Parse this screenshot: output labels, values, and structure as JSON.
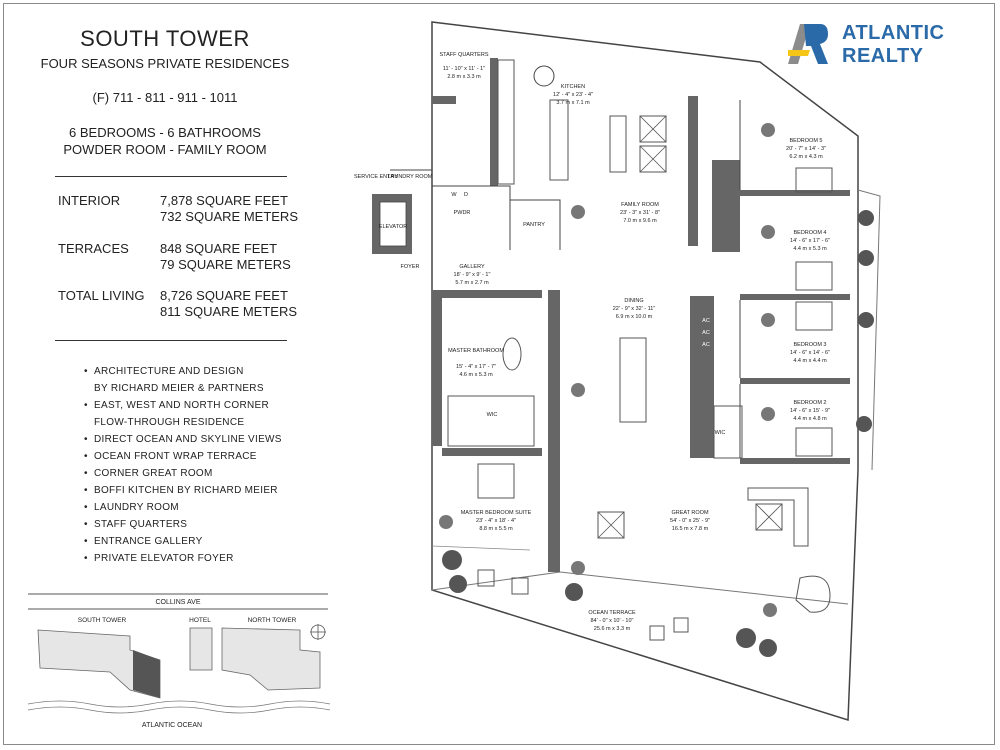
{
  "header": {
    "title": "SOUTH TOWER",
    "subtitle": "FOUR SEASONS PRIVATE RESIDENCES",
    "phone": "(F) 711 - 811 - 911 - 1011",
    "rooms_line1": "6 BEDROOMS - 6 BATHROOMS",
    "rooms_line2": "POWDER ROOM - FAMILY ROOM"
  },
  "stats": [
    {
      "label": "INTERIOR",
      "line1": "7,878 SQUARE FEET",
      "line2": "732 SQUARE METERS"
    },
    {
      "label": "TERRACES",
      "line1": "848 SQUARE FEET",
      "line2": "79 SQUARE METERS"
    },
    {
      "label": "TOTAL LIVING",
      "line1": "8,726 SQUARE FEET",
      "line2": "811 SQUARE METERS"
    }
  ],
  "features": [
    "ARCHITECTURE AND DESIGN",
    "BY RICHARD MEIER & PARTNERS",
    "EAST, WEST AND NORTH CORNER",
    "FLOW-THROUGH RESIDENCE",
    "DIRECT OCEAN AND SKYLINE VIEWS",
    "OCEAN FRONT WRAP TERRACE",
    "CORNER GREAT ROOM",
    "BOFFI KITCHEN BY RICHARD MEIER",
    "LAUNDRY ROOM",
    "STAFF QUARTERS",
    "ENTRANCE GALLERY",
    "PRIVATE ELEVATOR FOYER"
  ],
  "feature_bullets": [
    true,
    false,
    true,
    false,
    true,
    true,
    true,
    true,
    true,
    true,
    true,
    true
  ],
  "site_map": {
    "street": "COLLINS AVE",
    "south_tower": "SOUTH TOWER",
    "hotel": "HOTEL",
    "north_tower": "NORTH TOWER",
    "ocean": "ATLANTIC OCEAN"
  },
  "logo": {
    "line1": "ATLANTIC",
    "line2": "REALTY",
    "colors": {
      "blue": "#2b6aa8",
      "yellow": "#f5c518",
      "gray": "#8c8c8c"
    }
  },
  "rooms": {
    "staff": {
      "name": "STAFF QUARTERS",
      "imp": "11' - 10\" x 11' - 1\"",
      "met": "2.8 m x 3.3 m"
    },
    "kitchen": {
      "name": "KITCHEN",
      "imp": "12' - 4\" x 23' - 4\"",
      "met": "3.7 m x 7.1 m"
    },
    "family": {
      "name": "FAMILY ROOM",
      "imp": "23' - 3\" x 31' - 8\"",
      "met": "7.0 m x 9.6 m"
    },
    "bedroom5": {
      "name": "BEDROOM 5",
      "imp": "20' - 7\" x 14' - 3\"",
      "met": "6.2 m x 4.3 m"
    },
    "bedroom4": {
      "name": "BEDROOM 4",
      "imp": "14' - 6\" x 17' - 6\"",
      "met": "4.4 m x 5.3 m"
    },
    "bedroom3": {
      "name": "BEDROOM 3",
      "imp": "14' - 6\" x 14' - 6\"",
      "met": "4.4 m x 4.4 m"
    },
    "bedroom2": {
      "name": "BEDROOM 2",
      "imp": "14' - 6\" x 15' - 9\"",
      "met": "4.4 m x 4.8 m"
    },
    "gallery": {
      "name": "GALLERY",
      "imp": "18' - 9\" x 9' - 1\"",
      "met": "5.7 m x 2.7 m"
    },
    "dining": {
      "name": "DINING",
      "imp": "22' - 9\" x 32' - 11\"",
      "met": "6.9 m x 10.0 m"
    },
    "master_bath": {
      "name": "MASTER BATHROOM",
      "imp": "15' - 4\" x 17' - 7\"",
      "met": "4.6 m x 5.3 m"
    },
    "master_suite": {
      "name": "MASTER BEDROOM SUITE",
      "imp": "23' - 4\" x 18' - 4\"",
      "met": "8.8 m x 5.5 m"
    },
    "great": {
      "name": "GREAT ROOM",
      "imp": "54' - 0\" x 25' - 9\"",
      "met": "16.5 m x 7.8 m"
    },
    "terrace": {
      "name": "OCEAN TERRACE",
      "imp": "84' - 0\" x 10' - 10\"",
      "met": "25.6 m x 3.3 m"
    }
  },
  "labels": {
    "service_entry": "SERVICE ENTRY",
    "laundry": "LAUNDRY ROOM",
    "elevator": "ELEVATOR",
    "pwdr": "PWDR",
    "pantry": "PANTRY",
    "foyer": "FOYER",
    "wic": "WIC",
    "w": "W",
    "d": "D",
    "ac": "AC"
  }
}
